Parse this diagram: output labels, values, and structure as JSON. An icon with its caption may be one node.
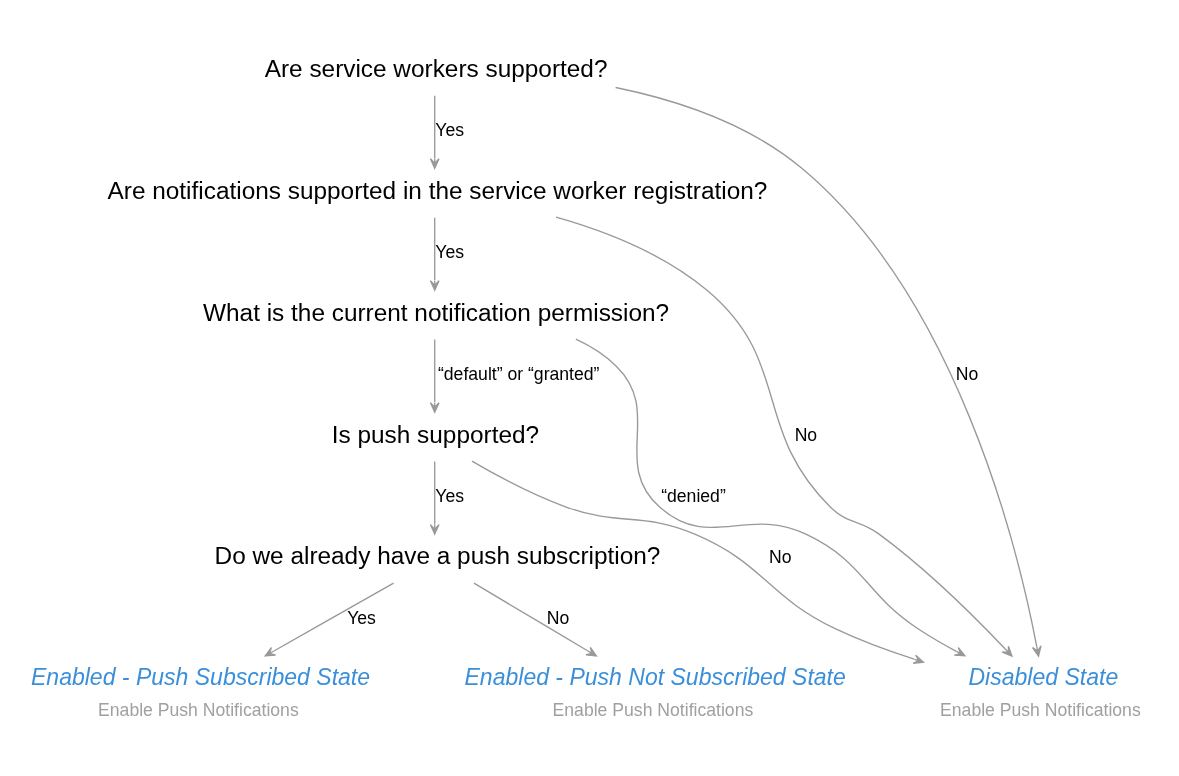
{
  "diagram": {
    "nodes": [
      {
        "text": [
          "Are service workers supported?"
        ]
      },
      {
        "text": [
          "Are notifications supported in the service worker registration?"
        ]
      },
      {
        "text": [
          "What is the current notification permission?"
        ]
      },
      {
        "text": [
          "Is push supported?"
        ]
      },
      {
        "text": [
          "Do we already have a push subscription?"
        ]
      },
      {
        "text": [
          "Enabled - Push Subscribed State"
        ],
        "beside": [
          "Enable Push Notifications"
        ]
      },
      {
        "text": [
          "Enabled - Push Not Subscribed State"
        ],
        "beside": [
          "Enable Push Notifications"
        ]
      },
      {
        "text": [
          "Disabled State"
        ],
        "beside": [
          "Enable Push Notifications"
        ]
      }
    ],
    "edges": [
      {
        "from": 0,
        "to": 1,
        "arrow": "to",
        "label": "Yes"
      },
      {
        "from": 1,
        "to": 2,
        "arrow": "to",
        "label": "Yes"
      },
      {
        "from": 2,
        "to": 3,
        "arrow": "to",
        "label": "“default” or “granted”"
      },
      {
        "from": 3,
        "to": 4,
        "arrow": "to",
        "label": "Yes"
      },
      {
        "from": 4,
        "to": 5,
        "arrow": "to",
        "label": "Yes"
      },
      {
        "from": 4,
        "to": 6,
        "arrow": "to",
        "label": "No"
      },
      {
        "from": 0,
        "to": 7,
        "arrow": "to",
        "label": "No"
      },
      {
        "from": 1,
        "to": 7,
        "arrow": "to",
        "label": "No"
      },
      {
        "from": 2,
        "to": 7,
        "arrow": "to",
        "label": "“denied”"
      },
      {
        "from": 3,
        "to": 7,
        "arrow": "to",
        "label": "No"
      }
    ]
  }
}
